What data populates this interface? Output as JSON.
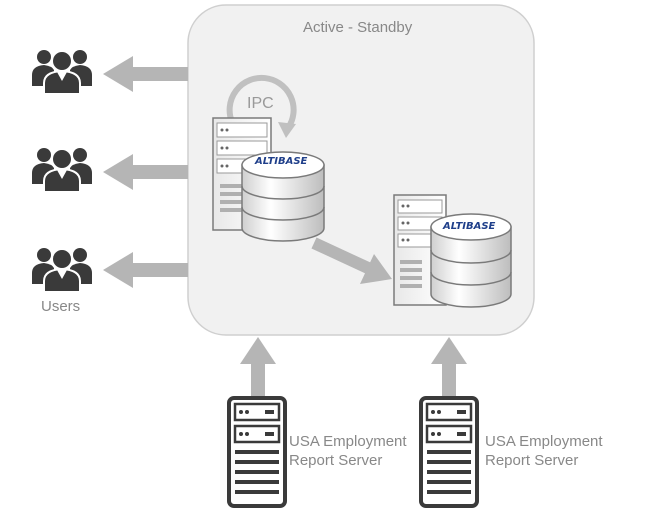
{
  "diagram": {
    "cluster_title": "Active - Standby",
    "ipc_label": "IPC",
    "users_label": "Users",
    "db_brand": "ALTIBASE",
    "report_servers": [
      {
        "line1": "USA Employment",
        "line2": "Report Server"
      },
      {
        "line1": "USA Employment",
        "line2": "Report Server"
      }
    ],
    "colors": {
      "panel_fill": "#f1f1f1",
      "panel_stroke": "#cfcfcf",
      "arrow": "#b5b5b5",
      "icon_dark": "#3a3a3a",
      "label": "#888888",
      "brand": "#1f3f8a"
    }
  }
}
